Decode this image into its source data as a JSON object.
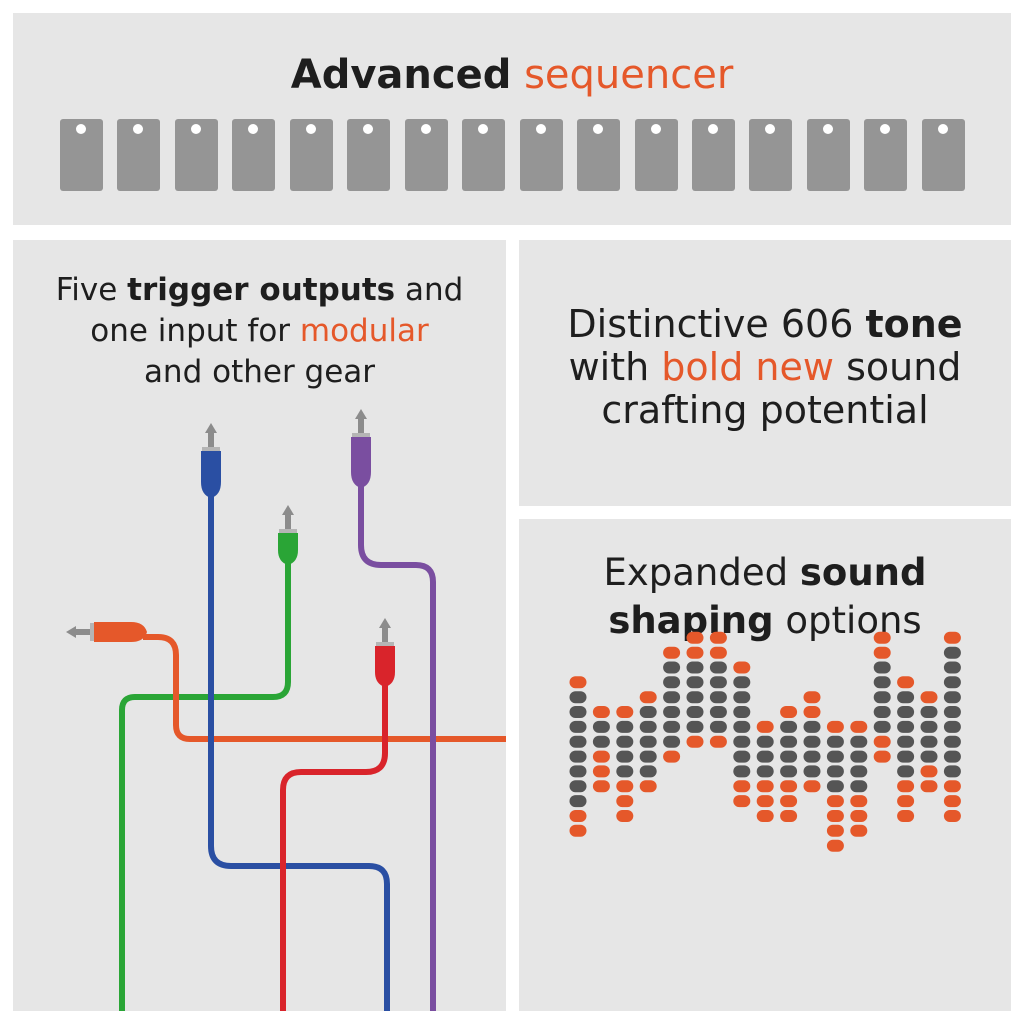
{
  "sequencer": {
    "title_bold": "Advanced",
    "title_highlight": "sequencer",
    "step_count": 16
  },
  "triggers": {
    "line1_pre": "Five",
    "line1_bold": "trigger outputs",
    "line1_post": "and",
    "line2_pre": "one input for",
    "line2_highlight": "modular",
    "line3": "and other gear",
    "cable_colors": [
      "#2a4fa3",
      "#2aa536",
      "#7a4ea0",
      "#d9242b",
      "#e5582a"
    ]
  },
  "tone": {
    "line1_pre": "Distinctive 606",
    "line1_bold": "tone",
    "line2_pre": "with",
    "line2_highlight": "bold new",
    "line2_post": "sound",
    "line3": "crafting potential"
  },
  "shaping": {
    "line1_pre": "Expanded",
    "line1_bold": "sound",
    "line2_bold": "shaping",
    "line2_post": "options",
    "dot_grey": "#555555",
    "dot_orange": "#e5582a"
  },
  "colors": {
    "accent": "#e5582a",
    "panel": "#e6e6e6",
    "step": "#959595"
  }
}
